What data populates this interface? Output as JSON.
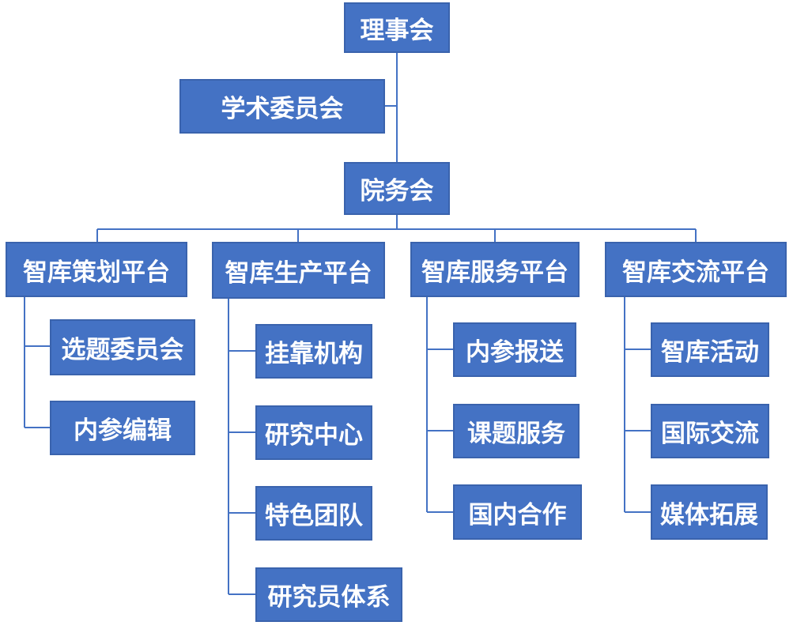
{
  "board": "理事会",
  "academic_committee": "学术委员会",
  "dean_council": "院务会",
  "platforms": [
    {
      "name": "智库策划平台",
      "children": [
        "选题委员会",
        "内参编辑"
      ]
    },
    {
      "name": "智库生产平台",
      "children": [
        "挂靠机构",
        "研究中心",
        "特色团队",
        "研究员体系"
      ]
    },
    {
      "name": "智库服务平台",
      "children": [
        "内参报送",
        "课题服务",
        "国内合作"
      ]
    },
    {
      "name": "智库交流平台",
      "children": [
        "智库活动",
        "国际交流",
        "媒体拓展"
      ]
    }
  ],
  "colors": {
    "box_fill": "#4472c4",
    "box_border": "#3a63ad",
    "box_text": "#ffffff",
    "connector": "#4472c4"
  }
}
